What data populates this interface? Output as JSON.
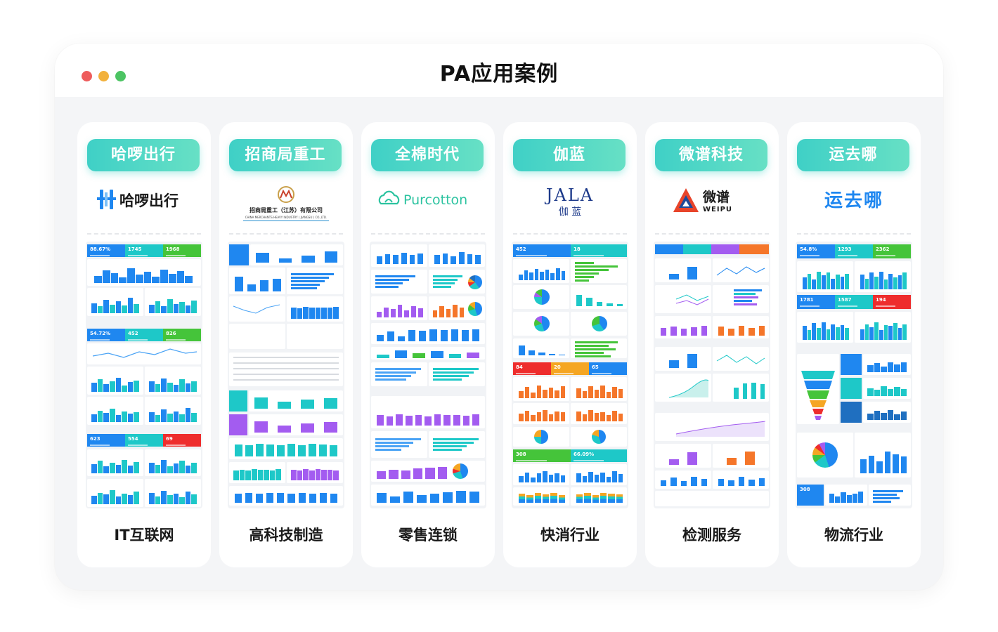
{
  "window": {
    "title": "PA应用案例",
    "dots": [
      {
        "name": "close-dot",
        "color": "#ee5c5c"
      },
      {
        "name": "minimize-dot",
        "color": "#f2b13c"
      },
      {
        "name": "zoom-dot",
        "color": "#4cc463"
      }
    ]
  },
  "colors": {
    "accent": "#3fd0c6",
    "blue": "#1f87f0",
    "cyan": "#1ec8c8",
    "green": "#45c43a",
    "red": "#ee2d2d",
    "orange": "#f5a623",
    "purple": "#a35cf0",
    "lime": "#62c43a"
  },
  "cases": [
    {
      "company": "哈啰出行",
      "logo": {
        "text": "哈啰出行",
        "icon": "hellobike-h-logo-icon"
      },
      "industry": "IT互联网",
      "kpis": [
        [
          "88.67%",
          "1745",
          "1968"
        ],
        [
          "54.72%",
          "452",
          "826"
        ],
        [
          "623",
          "554",
          "69"
        ]
      ]
    },
    {
      "company": "招商局重工",
      "logo": {
        "text": "招商局重工（江苏）有限公司",
        "subtext": "CHINA MERCHANTS HEAVY INDUSTRY ( JIANGSU ) CO.,LTD.",
        "icon": "cmhi-emblem-icon"
      },
      "industry": "高科技制造"
    },
    {
      "company": "全棉时代",
      "logo": {
        "text": "Purcotton",
        "icon": "purcotton-cloud-icon"
      },
      "industry": "零售连锁"
    },
    {
      "company": "伽蓝",
      "logo": {
        "text": "JALA",
        "subtext": "伽 蓝"
      },
      "industry": "快消行业",
      "kpis": [
        [
          "452",
          "18"
        ],
        [
          "84",
          "20",
          "65"
        ],
        [
          "308",
          "66.09%"
        ]
      ]
    },
    {
      "company": "微谱科技",
      "logo": {
        "text": "微谱",
        "subtext": "WEIPU",
        "icon": "weipu-triangle-icon"
      },
      "industry": "检测服务"
    },
    {
      "company": "运去哪",
      "logo": {
        "text": "运去哪"
      },
      "industry": "物流行业",
      "kpis": [
        [
          "54.8%",
          "1293",
          "2362"
        ],
        [
          "1781",
          "1587",
          "194"
        ],
        [
          "308"
        ]
      ]
    }
  ]
}
